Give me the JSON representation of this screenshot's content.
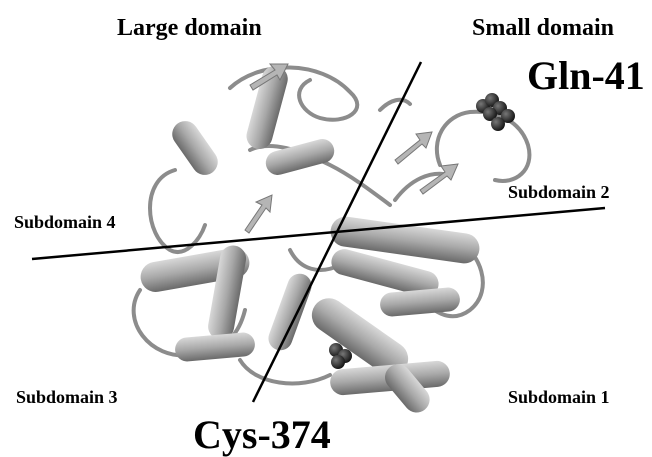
{
  "labels": {
    "large_domain": "Large domain",
    "small_domain": "Small domain",
    "gln": "Gln-41",
    "subdomain_2": "Subdomain 2",
    "subdomain_4": "Subdomain 4",
    "subdomain_3": "Subdomain 3",
    "subdomain_1": "Subdomain 1",
    "cys": "Cys-374"
  },
  "colors": {
    "helix_fill": "#a9a9a9",
    "helix_dark": "#6f6f6f",
    "coil": "#8c8c8c",
    "divider": "#000000",
    "atom": "#1a1a1a"
  }
}
